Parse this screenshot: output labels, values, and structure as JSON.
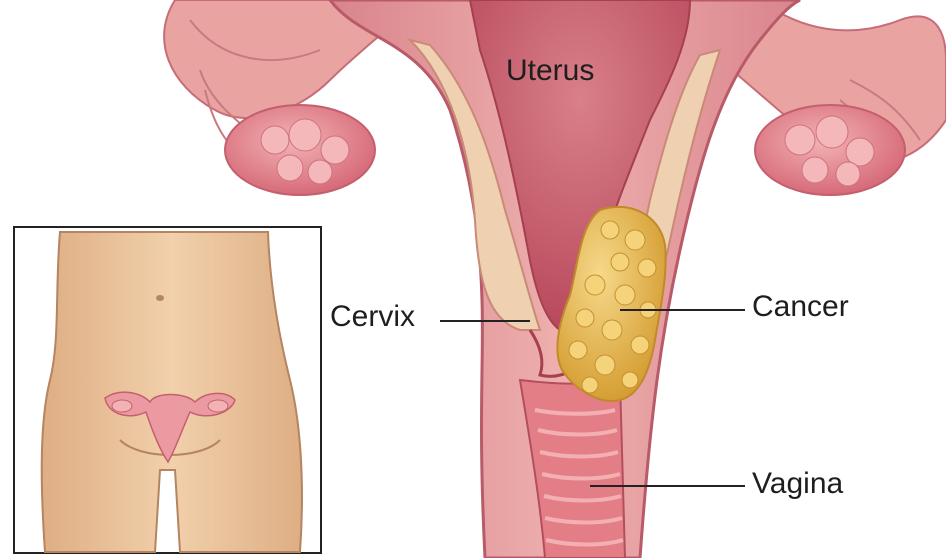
{
  "labels": {
    "uterus": "Uterus",
    "cervix": "Cervix",
    "cancer": "Cancer",
    "vagina": "Vagina"
  },
  "colors": {
    "background": "#ffffff",
    "uterine_wall": "#e8a0a0",
    "uterine_cavity": "#d06a78",
    "muscle_layer": "#efd0b0",
    "ovary": "#e78f98",
    "tumor": "#e8b94a",
    "skin": "#efcba4",
    "leader_line": "#222222"
  }
}
